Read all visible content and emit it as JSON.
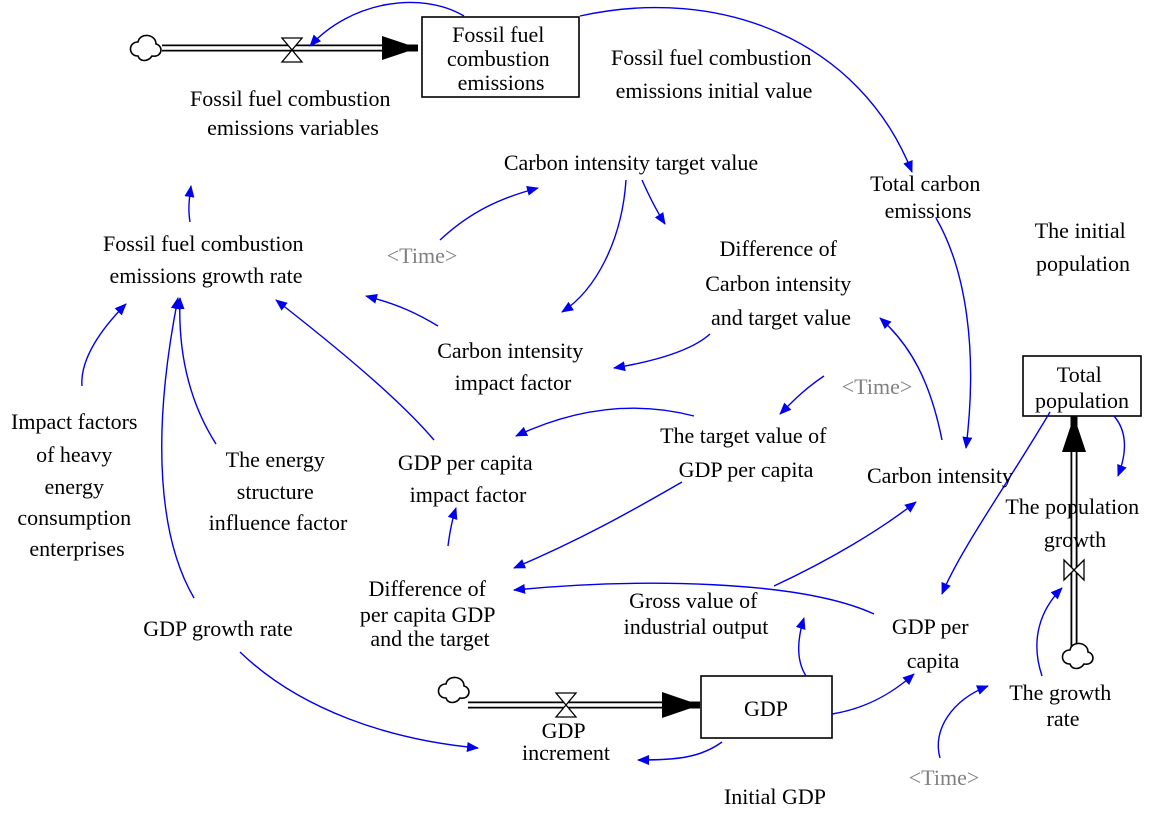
{
  "colors": {
    "link": "#0000ee",
    "text": "#000000",
    "shadow_text": "#808080",
    "background": "#ffffff"
  },
  "stocks": {
    "fossil_fuel_combustion_emissions": [
      "Fossil fuel",
      "combustion",
      "emissions"
    ],
    "total_population": [
      "Total",
      "population"
    ],
    "gdp": [
      "GDP"
    ]
  },
  "variables": {
    "fossil_fuel_combustion_emissions_variables": [
      "Fossil fuel combustion",
      "emissions variables"
    ],
    "fossil_fuel_combustion_emissions_initial_value": [
      "Fossil fuel combustion",
      "emissions initial value"
    ],
    "carbon_intensity_target_value": [
      "Carbon intensity target value"
    ],
    "total_carbon_emissions": [
      "Total carbon",
      "emissions"
    ],
    "the_initial_population": [
      "The initial",
      "population"
    ],
    "fossil_fuel_combustion_emissions_growth_rate": [
      "Fossil fuel combustion",
      "emissions growth rate"
    ],
    "difference_of_carbon_intensity_and_target_value": [
      "Difference of",
      "Carbon intensity",
      "and target value"
    ],
    "carbon_intensity_impact_factor": [
      "Carbon intensity",
      "impact factor"
    ],
    "impact_factors_of_heavy_energy_consumption_enterprises": [
      "Impact factors",
      "of heavy",
      "energy",
      "consumption",
      "enterprises"
    ],
    "the_energy_structure_influence_factor": [
      "The energy",
      "structure",
      "influence factor"
    ],
    "gdp_per_capita_impact_factor": [
      "GDP per capita",
      "impact factor"
    ],
    "the_target_value_of_gdp_per_capita": [
      "The target value of",
      "GDP per capita"
    ],
    "carbon_intensity": [
      "Carbon intensity"
    ],
    "the_population_growth": [
      "The population",
      "growth"
    ],
    "difference_of_per_capita_gdp_and_the_target": [
      "Difference of",
      "per capita GDP",
      "and the target"
    ],
    "gross_value_of_industrial_output": [
      "Gross value of",
      "industrial output"
    ],
    "gdp_per_capita": [
      "GDP per",
      "capita"
    ],
    "gdp_growth_rate": [
      "GDP growth rate"
    ],
    "gdp_increment": [
      "GDP",
      "increment"
    ],
    "the_growth_rate": [
      "The growth",
      "rate"
    ],
    "initial_gdp": [
      "Initial GDP"
    ]
  },
  "shadow_variables": {
    "time_1": "<Time>",
    "time_2": "<Time>",
    "time_3": "<Time>"
  }
}
